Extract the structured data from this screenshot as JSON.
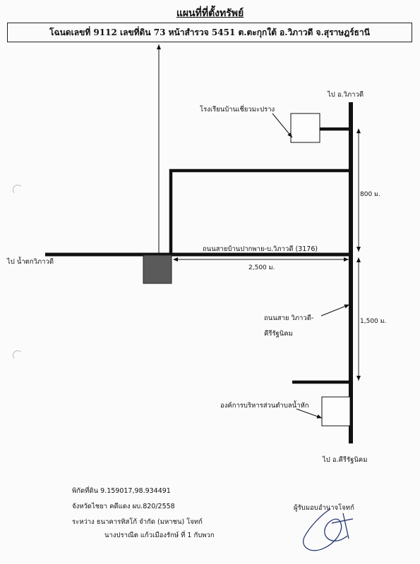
{
  "title": "แผนที่ที่ตั้งทรัพย์",
  "deed_line": "โฉนดเลขที่ 9112  เลขที่ดิน 73  หน้าสำรวจ 5451  ต.ตะกุกใต้  อ.วิภาวดี  จ.สุราษฎร์ธานี",
  "labels": {
    "to_viphavadi": "ไป อ.วิภาวดี",
    "school": "โรงเรียนบ้านเชี่ยวมะปราง",
    "dist_800": "800 ม.",
    "main_road": "ถนนสายบ้านปากพาย-บ.วิภาวดี (3176)",
    "to_waterfall": "ไป น้ำตกวิภาวดี",
    "dist_2500": "2,500 ม.",
    "road_line1": "ถนนสาย  วิภาวดี-",
    "road_line2": "คีรีรัฐนิคม",
    "dist_1500": "1,500 ม.",
    "tao": "องค์การบริหารส่วนตำบลน้ำหัก",
    "to_khiri": "ไป อ.คีรีรัฐนิคม"
  },
  "footer": {
    "coords": "พิกัดที่ดิน  9.159017,98.934491",
    "case": "จังหวัดไชยา  คดีแดง  ผบ.820/2558",
    "parties": "ระหว่าง  ธนาคารทิสโก้  จำกัด  (มหาชน)        โจทก์",
    "defendant": "นางปราณีต  แก้วเมืองรักษ์  ที่ 1  กับพวก",
    "authorized": "ผู้รับมอบอำนาจโจทก์"
  }
}
